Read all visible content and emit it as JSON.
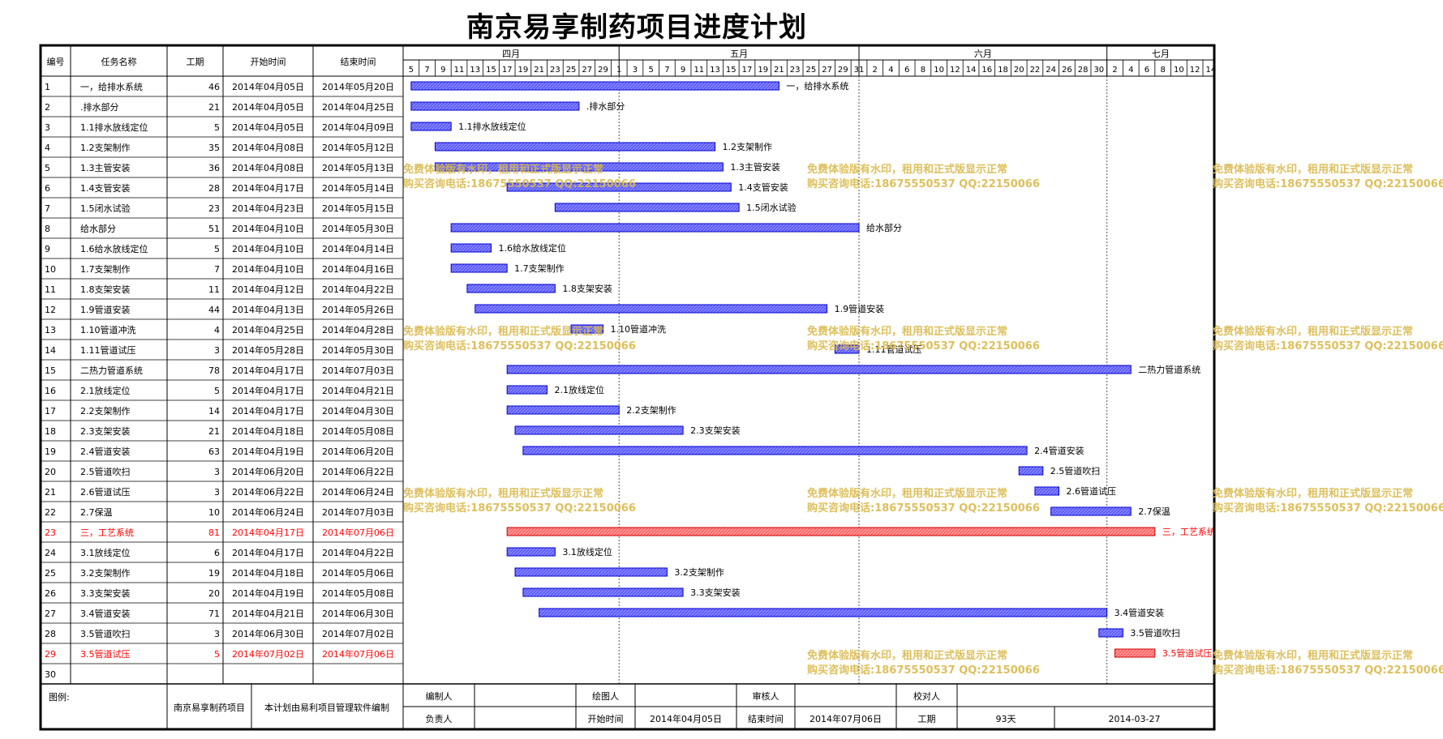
{
  "title": "南京易享制药项目进度计划",
  "columns": [
    "编号",
    "任务名称",
    "工期",
    "开始时间",
    "结束时间"
  ],
  "colors": {
    "bar": "#5b5bff",
    "bar_critical": "#ff6666",
    "critical_text": "#ff0000",
    "watermark": "#d9b84a"
  },
  "months": [
    {
      "label": "四月",
      "start": "2014-04-04"
    },
    {
      "label": "五月",
      "start": "2014-05-01"
    },
    {
      "label": "六月",
      "start": "2014-05-31"
    },
    {
      "label": "七月",
      "start": "2014-07-01"
    }
  ],
  "chart_data": {
    "type": "gantt",
    "title": "南京易享制药项目进度计划",
    "x_range": [
      "2014-04-04",
      "2014-07-15"
    ],
    "day_ticks": [
      "5",
      "7",
      "9",
      "11",
      "13",
      "15",
      "17",
      "19",
      "21",
      "23",
      "25",
      "27",
      "29",
      "1",
      "3",
      "5",
      "7",
      "9",
      "11",
      "13",
      "15",
      "17",
      "19",
      "21",
      "23",
      "25",
      "27",
      "29",
      "31",
      "2",
      "4",
      "6",
      "8",
      "10",
      "12",
      "14",
      "16",
      "18",
      "20",
      "22",
      "24",
      "26",
      "28",
      "30",
      "2",
      "4",
      "6",
      "8",
      "10",
      "12",
      "14"
    ],
    "tasks": [
      {
        "id": "1",
        "name": "一，给排水系统",
        "duration": "46",
        "start": "2014-04-05",
        "end": "2014-05-20",
        "start_text": "2014年04月05日",
        "end_text": "2014年05月20日",
        "label": "一，给排水系统",
        "critical": false
      },
      {
        "id": "2",
        "name": ".排水部分",
        "duration": "21",
        "start": "2014-04-05",
        "end": "2014-04-25",
        "start_text": "2014年04月05日",
        "end_text": "2014年04月25日",
        "label": ".排水部分",
        "critical": false
      },
      {
        "id": "3",
        "name": "1.1排水放线定位",
        "duration": "5",
        "start": "2014-04-05",
        "end": "2014-04-09",
        "start_text": "2014年04月05日",
        "end_text": "2014年04月09日",
        "label": "1.1排水放线定位",
        "critical": false
      },
      {
        "id": "4",
        "name": "1.2支架制作",
        "duration": "35",
        "start": "2014-04-08",
        "end": "2014-05-12",
        "start_text": "2014年04月08日",
        "end_text": "2014年05月12日",
        "label": "1.2支架制作",
        "critical": false
      },
      {
        "id": "5",
        "name": "1.3主管安装",
        "duration": "36",
        "start": "2014-04-08",
        "end": "2014-05-13",
        "start_text": "2014年04月08日",
        "end_text": "2014年05月13日",
        "label": "1.3主管安装",
        "critical": false
      },
      {
        "id": "6",
        "name": "1.4支管安装",
        "duration": "28",
        "start": "2014-04-17",
        "end": "2014-05-14",
        "start_text": "2014年04月17日",
        "end_text": "2014年05月14日",
        "label": "1.4支管安装",
        "critical": false
      },
      {
        "id": "7",
        "name": "1.5闭水试验",
        "duration": "23",
        "start": "2014-04-23",
        "end": "2014-05-15",
        "start_text": "2014年04月23日",
        "end_text": "2014年05月15日",
        "label": "1.5闭水试验",
        "critical": false
      },
      {
        "id": "8",
        "name": "给水部分",
        "duration": "51",
        "start": "2014-04-10",
        "end": "2014-05-30",
        "start_text": "2014年04月10日",
        "end_text": "2014年05月30日",
        "label": "给水部分",
        "critical": false
      },
      {
        "id": "9",
        "name": "1.6给水放线定位",
        "duration": "5",
        "start": "2014-04-10",
        "end": "2014-04-14",
        "start_text": "2014年04月10日",
        "end_text": "2014年04月14日",
        "label": "1.6给水放线定位",
        "critical": false
      },
      {
        "id": "10",
        "name": "1.7支架制作",
        "duration": "7",
        "start": "2014-04-10",
        "end": "2014-04-16",
        "start_text": "2014年04月10日",
        "end_text": "2014年04月16日",
        "label": "1.7支架制作",
        "critical": false
      },
      {
        "id": "11",
        "name": "1.8支架安装",
        "duration": "11",
        "start": "2014-04-12",
        "end": "2014-04-22",
        "start_text": "2014年04月12日",
        "end_text": "2014年04月22日",
        "label": "1.8支架安装",
        "critical": false
      },
      {
        "id": "12",
        "name": "1.9管道安装",
        "duration": "44",
        "start": "2014-04-13",
        "end": "2014-05-26",
        "start_text": "2014年04月13日",
        "end_text": "2014年05月26日",
        "label": "1.9管道安装",
        "critical": false
      },
      {
        "id": "13",
        "name": "1.10管道冲洗",
        "duration": "4",
        "start": "2014-04-25",
        "end": "2014-04-28",
        "start_text": "2014年04月25日",
        "end_text": "2014年04月28日",
        "label": "1.10管道冲洗",
        "critical": false
      },
      {
        "id": "14",
        "name": "1.11管道试压",
        "duration": "3",
        "start": "2014-05-28",
        "end": "2014-05-30",
        "start_text": "2014年05月28日",
        "end_text": "2014年05月30日",
        "label": "1.11管道试压",
        "critical": false
      },
      {
        "id": "15",
        "name": "二热力管道系统",
        "duration": "78",
        "start": "2014-04-17",
        "end": "2014-07-03",
        "start_text": "2014年04月17日",
        "end_text": "2014年07月03日",
        "label": "二热力管道系统",
        "critical": false
      },
      {
        "id": "16",
        "name": "2.1放线定位",
        "duration": "5",
        "start": "2014-04-17",
        "end": "2014-04-21",
        "start_text": "2014年04月17日",
        "end_text": "2014年04月21日",
        "label": "2.1放线定位",
        "critical": false
      },
      {
        "id": "17",
        "name": "2.2支架制作",
        "duration": "14",
        "start": "2014-04-17",
        "end": "2014-04-30",
        "start_text": "2014年04月17日",
        "end_text": "2014年04月30日",
        "label": "2.2支架制作",
        "critical": false
      },
      {
        "id": "18",
        "name": "2.3支架安装",
        "duration": "21",
        "start": "2014-04-18",
        "end": "2014-05-08",
        "start_text": "2014年04月18日",
        "end_text": "2014年05月08日",
        "label": "2.3支架安装",
        "critical": false
      },
      {
        "id": "19",
        "name": "2.4管道安装",
        "duration": "63",
        "start": "2014-04-19",
        "end": "2014-06-20",
        "start_text": "2014年04月19日",
        "end_text": "2014年06月20日",
        "label": "2.4管道安装",
        "critical": false
      },
      {
        "id": "20",
        "name": "2.5管道吹扫",
        "duration": "3",
        "start": "2014-06-20",
        "end": "2014-06-22",
        "start_text": "2014年06月20日",
        "end_text": "2014年06月22日",
        "label": "2.5管道吹扫",
        "critical": false
      },
      {
        "id": "21",
        "name": "2.6管道试压",
        "duration": "3",
        "start": "2014-06-22",
        "end": "2014-06-24",
        "start_text": "2014年06月22日",
        "end_text": "2014年06月24日",
        "label": "2.6管道试压",
        "critical": false
      },
      {
        "id": "22",
        "name": "2.7保温",
        "duration": "10",
        "start": "2014-06-24",
        "end": "2014-07-03",
        "start_text": "2014年06月24日",
        "end_text": "2014年07月03日",
        "label": "2.7保温",
        "critical": false
      },
      {
        "id": "23",
        "name": "三，工艺系统",
        "duration": "81",
        "start": "2014-04-17",
        "end": "2014-07-06",
        "start_text": "2014年04月17日",
        "end_text": "2014年07月06日",
        "label": "三，工艺系统",
        "critical": true
      },
      {
        "id": "24",
        "name": "3.1放线定位",
        "duration": "6",
        "start": "2014-04-17",
        "end": "2014-04-22",
        "start_text": "2014年04月17日",
        "end_text": "2014年04月22日",
        "label": "3.1放线定位",
        "critical": false
      },
      {
        "id": "25",
        "name": "3.2支架制作",
        "duration": "19",
        "start": "2014-04-18",
        "end": "2014-05-06",
        "start_text": "2014年04月18日",
        "end_text": "2014年05月06日",
        "label": "3.2支架制作",
        "critical": false
      },
      {
        "id": "26",
        "name": "3.3支架安装",
        "duration": "20",
        "start": "2014-04-19",
        "end": "2014-05-08",
        "start_text": "2014年04月19日",
        "end_text": "2014年05月08日",
        "label": "3.3支架安装",
        "critical": false
      },
      {
        "id": "27",
        "name": "3.4管道安装",
        "duration": "71",
        "start": "2014-04-21",
        "end": "2014-06-30",
        "start_text": "2014年04月21日",
        "end_text": "2014年06月30日",
        "label": "3.4管道安装",
        "critical": false
      },
      {
        "id": "28",
        "name": "3.5管道吹扫",
        "duration": "3",
        "start": "2014-06-30",
        "end": "2014-07-02",
        "start_text": "2014年06月30日",
        "end_text": "2014年07月02日",
        "label": "3.5管道吹扫",
        "critical": false
      },
      {
        "id": "29",
        "name": "3.5管道试压",
        "duration": "5",
        "start": "2014-07-02",
        "end": "2014-07-06",
        "start_text": "2014年07月02日",
        "end_text": "2014年07月06日",
        "label": "3.5管道试压",
        "critical": true
      },
      {
        "id": "30",
        "name": "",
        "duration": "",
        "start": "",
        "end": "",
        "start_text": "",
        "end_text": "",
        "label": "",
        "critical": false
      }
    ]
  },
  "footer": {
    "legend_label": "图例:",
    "project_name": "南京易享制药项目",
    "software_note": "本计划由易利项目管理软件编制",
    "row1": [
      "编制人",
      "",
      "绘图人",
      "",
      "审核人",
      "",
      "校对人",
      ""
    ],
    "row2": [
      "负责人",
      "",
      "开始时间",
      "2014年04月05日",
      "结束时间",
      "2014年07月06日",
      "工期",
      "93天",
      "2014-03-27"
    ]
  },
  "watermark": {
    "line1": "免费体验版有水印，租用和正式版显示正常",
    "line2": "购买咨询电话:18675550537 QQ:22150066"
  }
}
